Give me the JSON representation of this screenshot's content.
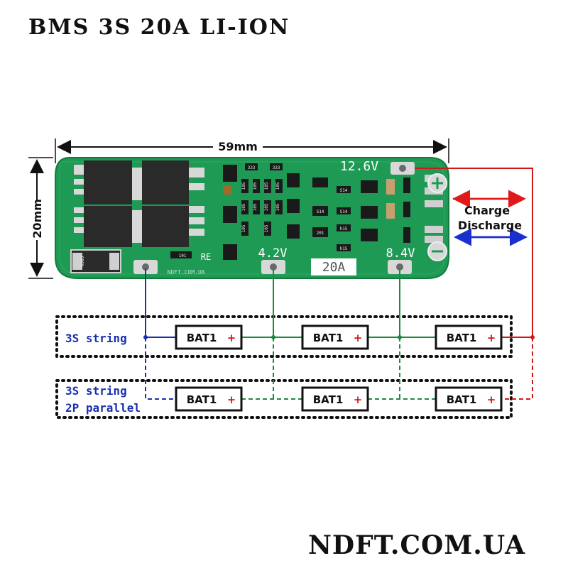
{
  "title": "BMS 3S 20A LI-ION",
  "dimensions": {
    "width_label": "59mm",
    "height_label": "20mm"
  },
  "board": {
    "voltage_b_plus": "12.6V",
    "voltage_b2": "4.2V",
    "voltage_b3": "8.4V",
    "current_rating": "20A",
    "re_label": "RE",
    "silkscreen_url": "NDFT.COM.UA",
    "smd_codes": [
      "333",
      "333",
      "105",
      "105",
      "105",
      "105",
      "105",
      "105",
      "105",
      "105",
      "105",
      "105",
      "S14",
      "S14",
      "h15",
      "h15",
      "S14",
      "201",
      "101",
      "R005"
    ]
  },
  "flow": {
    "charge_label": "Charge",
    "discharge_label": "Discharge"
  },
  "strings": [
    {
      "label_lines": [
        "3S string"
      ],
      "batteries": [
        "BAT1",
        "BAT1",
        "BAT1"
      ]
    },
    {
      "label_lines": [
        "3S string",
        "2P parallel"
      ],
      "batteries": [
        "BAT1",
        "BAT1",
        "BAT1"
      ]
    }
  ],
  "battery_plus": "+",
  "brand": "NDFT.COM.UA",
  "colors": {
    "pcb": "#1f9a55",
    "wire_blue": "#1a2fb0",
    "wire_green": "#1e8a3e",
    "wire_red": "#d01818",
    "arrow_red": "#e01a1a",
    "arrow_blue": "#1a2fd0"
  },
  "icons": [
    "plus-circle-icon",
    "minus-circle-icon"
  ]
}
